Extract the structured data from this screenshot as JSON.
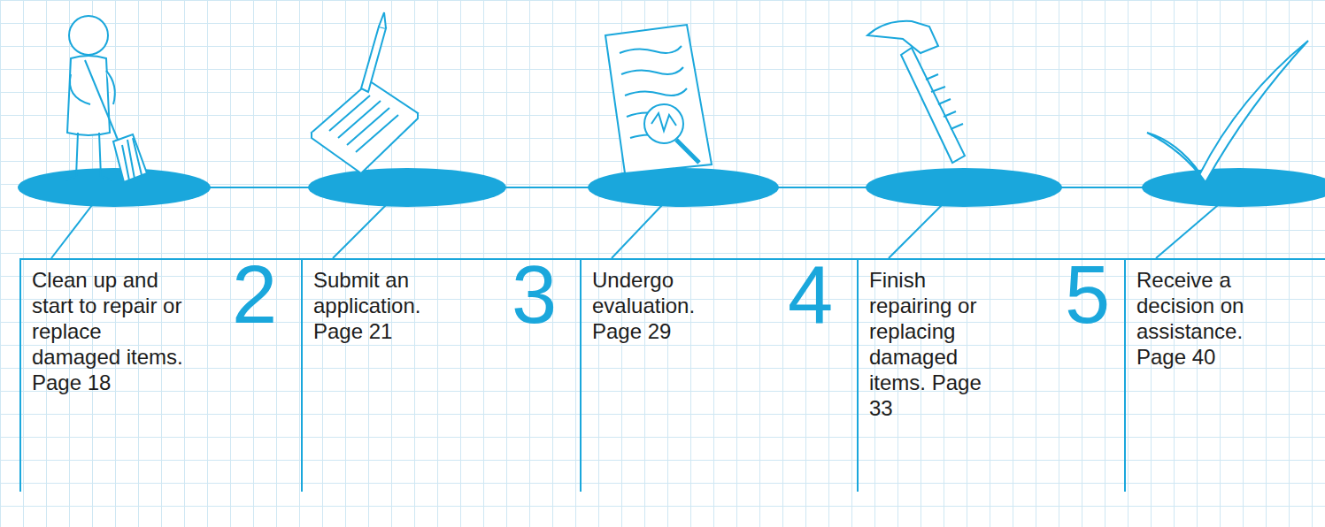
{
  "diagram": {
    "nodes": [
      {
        "text": [
          "Clean up and start to repair or replace damaged items. Page 18"
        ]
      },
      {
        "text": [
          "Submit an application. Page 21"
        ]
      },
      {
        "text": [
          "Undergo evaluation. Page 29"
        ]
      },
      {
        "text": [
          "Finish repairing or replacing damaged items. Page 33"
        ]
      },
      {
        "text": [
          "Receive a decision on assistance. Page 40"
        ]
      }
    ],
    "labels": [
      "2",
      "3",
      "4",
      "5"
    ]
  }
}
